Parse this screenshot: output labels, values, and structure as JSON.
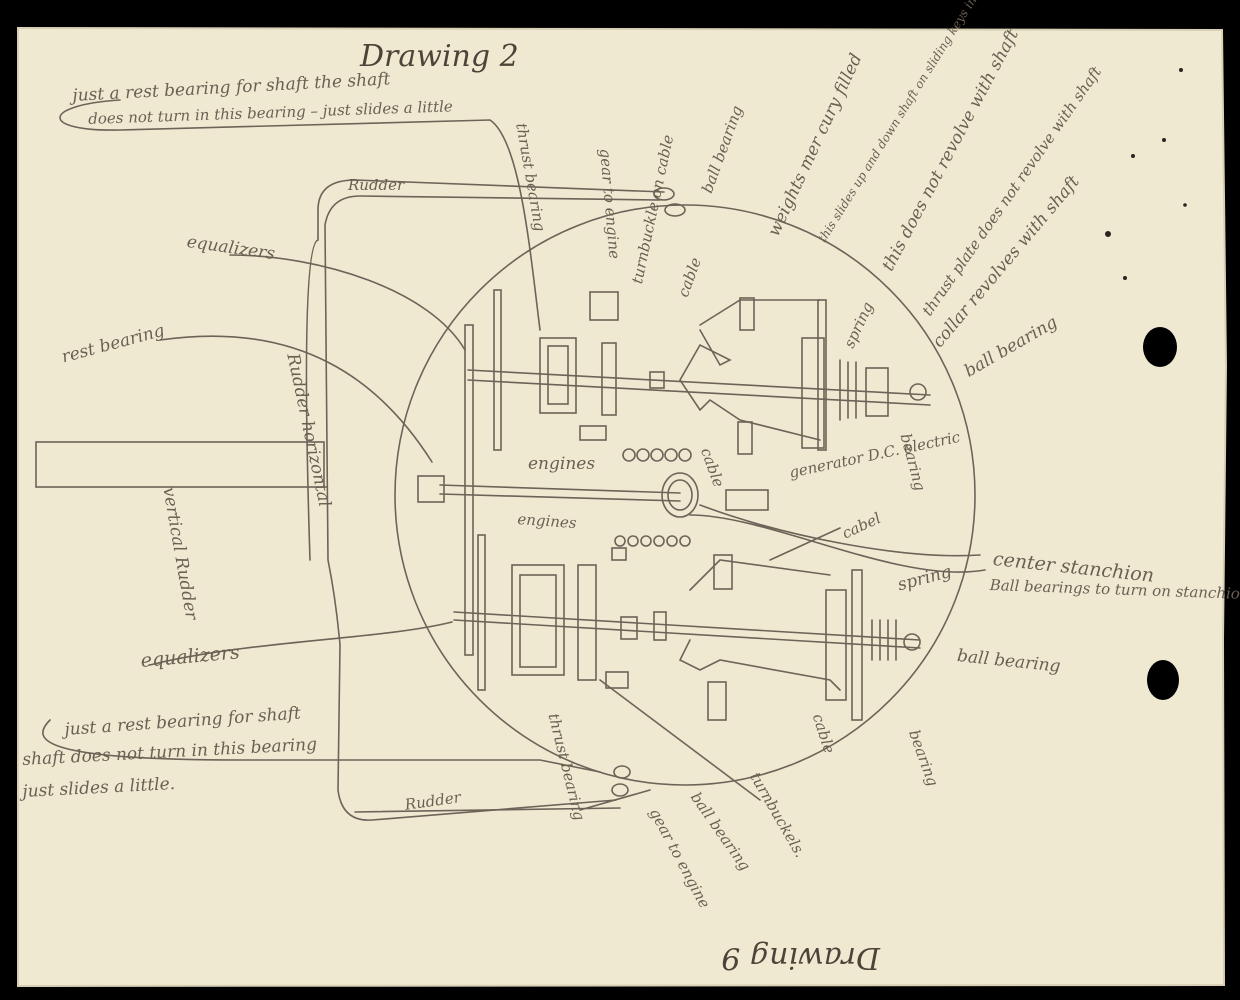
{
  "document": {
    "title": "Drawing 2",
    "reversed_title": "Drawing 9",
    "labels": {
      "note_top": "just a rest bearing for shaft the shaft",
      "note_top_2": "does not turn in this bearing – just slides a little",
      "rudder_top": "Rudder",
      "rudder_bottom": "Rudder",
      "equalizers_top": "equalizers",
      "equalizers_bottom": "equalizers",
      "rest_bearing": "rest bearing",
      "rudder_horizontal": "Rudder horizontal",
      "vertical_rudder": "vertical Rudder",
      "thrust_bearing_top": "thrust bearing",
      "gear_to_engine_top": "gear to engine",
      "turnbuckle_cable": "turnbuckle on cable",
      "cable_top": "cable",
      "ball_bearing_top": "ball bearing",
      "weights": "weights mer cury filled",
      "slides_note": "this slides up and down shaft on sliding keys in ways in shaft and revolves with shaft",
      "not_revolve": "this does not revolve with shaft",
      "thrust_plate": "thrust plate does not revolve with shaft",
      "collar": "collar revolves with shaft",
      "spring_top": "spring",
      "ball_bearing_right": "ball bearing",
      "bearing_right": "bearing",
      "engines_top": "engines",
      "engines_bottom": "engines",
      "cable_mid": "cable",
      "generator": "generator D.C. electric",
      "cabel": "cabel",
      "center_stanchion": "center stanchion",
      "ball_bearings_stanchion": "Ball bearings to turn on stanchion",
      "spring_bottom": "spring",
      "ball_bearing_bottom": "ball bearing",
      "bearing_bottom": "bearing",
      "cable_bottom": "cable",
      "turnbuckle_bottom": "turnbuckels.",
      "ball_bearing_lower": "ball bearing",
      "gear_to_engine_bottom": "gear to engine",
      "thrust_bearing_bottom": "thrust bearing",
      "note_bottom_1": "just a rest bearing for shaft",
      "note_bottom_2": "shaft does not turn in this bearing",
      "note_bottom_3": "just slides a little."
    }
  },
  "colors": {
    "paper": "#f0e9d2",
    "pencil": "#6d6358",
    "ink": "#5a4f45",
    "border": "#000000"
  }
}
